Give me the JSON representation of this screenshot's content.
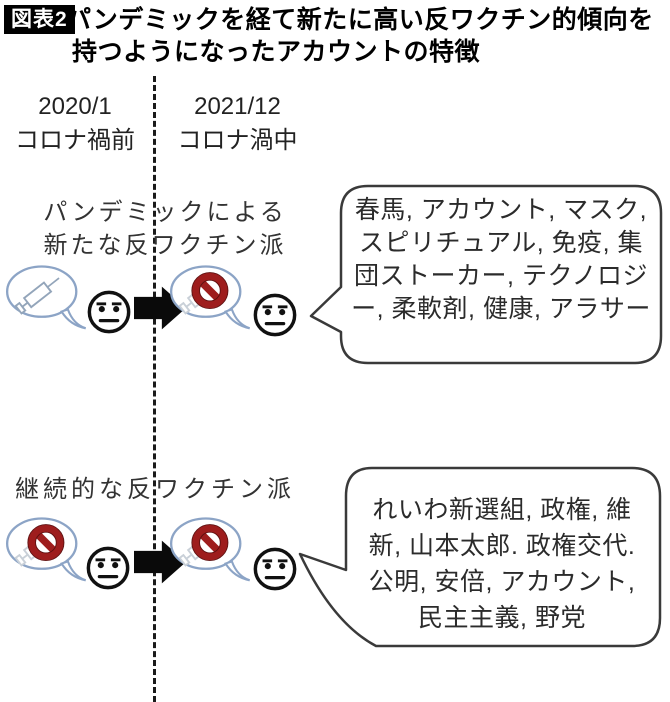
{
  "header": {
    "badge": "図表2",
    "title_line1": "パンデミックを経て新たに高い反ワクチン的傾向を",
    "title_line2": "持つようになったアカウントの特徴"
  },
  "timeline": {
    "before_date": "2020/1",
    "before_label": "コロナ禍前",
    "during_date": "2021/12",
    "during_label": "コロナ渦中"
  },
  "sections": [
    {
      "heading_line1": "パンデミックによる",
      "heading_line2": "新たな反ワクチン派",
      "before_icon": "speech-bubble-with-syringe",
      "after_icon": "speech-bubble-with-no-vaccine-sign",
      "keywords": [
        "春馬",
        "アカウント",
        "マスク",
        "スピリチュアル",
        "免疫",
        "集団ストーカー",
        "テクノロジー",
        "柔軟剤",
        "健康",
        "アラサー"
      ],
      "keywords_text": "春馬, アカウント, マスク, スピリチュアル, 免疫, 集団ストーカー, テクノロジー, 柔軟剤, 健康, アラサー"
    },
    {
      "heading_line1": "継続的な反ワクチン派",
      "before_icon": "speech-bubble-with-no-vaccine-sign",
      "after_icon": "speech-bubble-with-no-vaccine-sign",
      "keywords": [
        "れいわ新選組",
        "政権",
        "維新",
        "山本太郎",
        "政権交代",
        "公明",
        "安倍",
        "アカウント",
        "民主主義",
        "野党"
      ],
      "keywords_text": "れいわ新選組, 政権, 維新, 山本太郎. 政権交代. 公明, 安倍, アカウント, 民主主義, 野党"
    }
  ],
  "colors": {
    "badge_bg": "#000000",
    "badge_text": "#ffffff",
    "text": "#1c1c1c",
    "speech_bubble_outline": "#3a3a3a",
    "thought_bubble_outline": "#8ca4c6",
    "prohibition_red": "#9e1d1d",
    "arrow_black": "#0a0a0a"
  }
}
